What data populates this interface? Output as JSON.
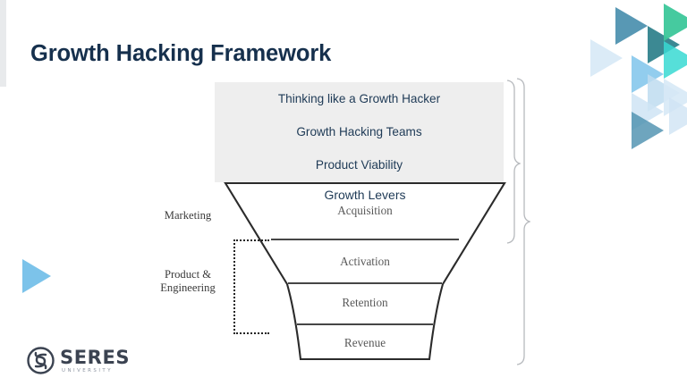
{
  "slide": {
    "title": "Growth Hacking Framework",
    "background_color": "#ffffff",
    "title_color": "#16304d"
  },
  "concept_box": {
    "background_color": "#eeeeee",
    "text_color": "#1e3a56",
    "rows": [
      {
        "label": "Thinking like a Growth Hacker"
      },
      {
        "label": "Growth Hacking Teams"
      },
      {
        "label": "Product Viability"
      }
    ]
  },
  "funnel": {
    "overlay_label": "Growth Levers",
    "overlay_label_color": "#1e3a56",
    "stage_text_color": "#585858",
    "stages": [
      {
        "label": "Acquisition"
      },
      {
        "label": "Activation"
      },
      {
        "label": "Retention"
      },
      {
        "label": "Revenue"
      }
    ]
  },
  "side_labels": [
    {
      "name": "marketing",
      "label": "Marketing"
    },
    {
      "name": "product-engineering",
      "line1": "Product &",
      "line2": "Engineering"
    }
  ],
  "logo": {
    "word": "SERES",
    "subtitle": "UNIVERSITY",
    "word_color": "#3b4351",
    "subtitle_color": "#8b93a0"
  },
  "decor": {
    "accent_teal": "#3cc79a",
    "accent_cyan": "#38d9d2",
    "accent_steel": "#4a8fae",
    "accent_deep_teal": "#2b7f8a",
    "accent_sky": "#8ec7ea",
    "accent_pale": "#bedcf0",
    "accent_light_blue": "#6ebce8",
    "edge_strip_color": "#e8eaec"
  }
}
